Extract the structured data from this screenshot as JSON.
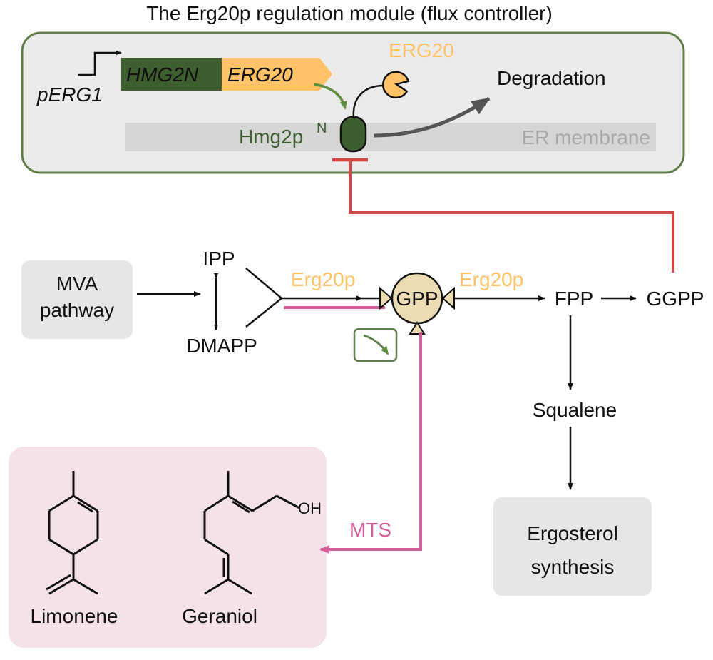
{
  "title": "The Erg20p regulation module (flux controller)",
  "module": {
    "promoter": "pERG1",
    "gene_hmg2n": "HMG2N",
    "gene_erg20": "ERG20",
    "protein_erg20": "ERG20",
    "degradation": "Degradation",
    "hmg2p": "Hmg2p",
    "hmg2p_sup": "N",
    "er_membrane": "ER membrane"
  },
  "pathway": {
    "mva_line1": "MVA",
    "mva_line2": "pathway",
    "ipp": "IPP",
    "dmapp": "DMAPP",
    "enzyme_left": "Erg20p",
    "enzyme_right": "Erg20p",
    "gpp": "GPP",
    "fpp": "FPP",
    "ggpp": "GGPP",
    "squalene": "Squalene",
    "ergosterol_line1": "Ergosterol",
    "ergosterol_line2": "synthesis",
    "mts": "MTS",
    "oh": "OH",
    "limonene": "Limonene",
    "geraniol": "Geraniol"
  },
  "colors": {
    "module_fill": "#ebebeb",
    "module_border": "#5f7f49",
    "dark_green": "#3d5e2f",
    "orange": "#ffc266",
    "red": "#d04848",
    "pink": "#d45e9a",
    "pink_box": "#f5e1ea",
    "gray_box": "#e6e6e6",
    "membrane": "#d6d6d6",
    "arrow_gray": "#555555"
  }
}
